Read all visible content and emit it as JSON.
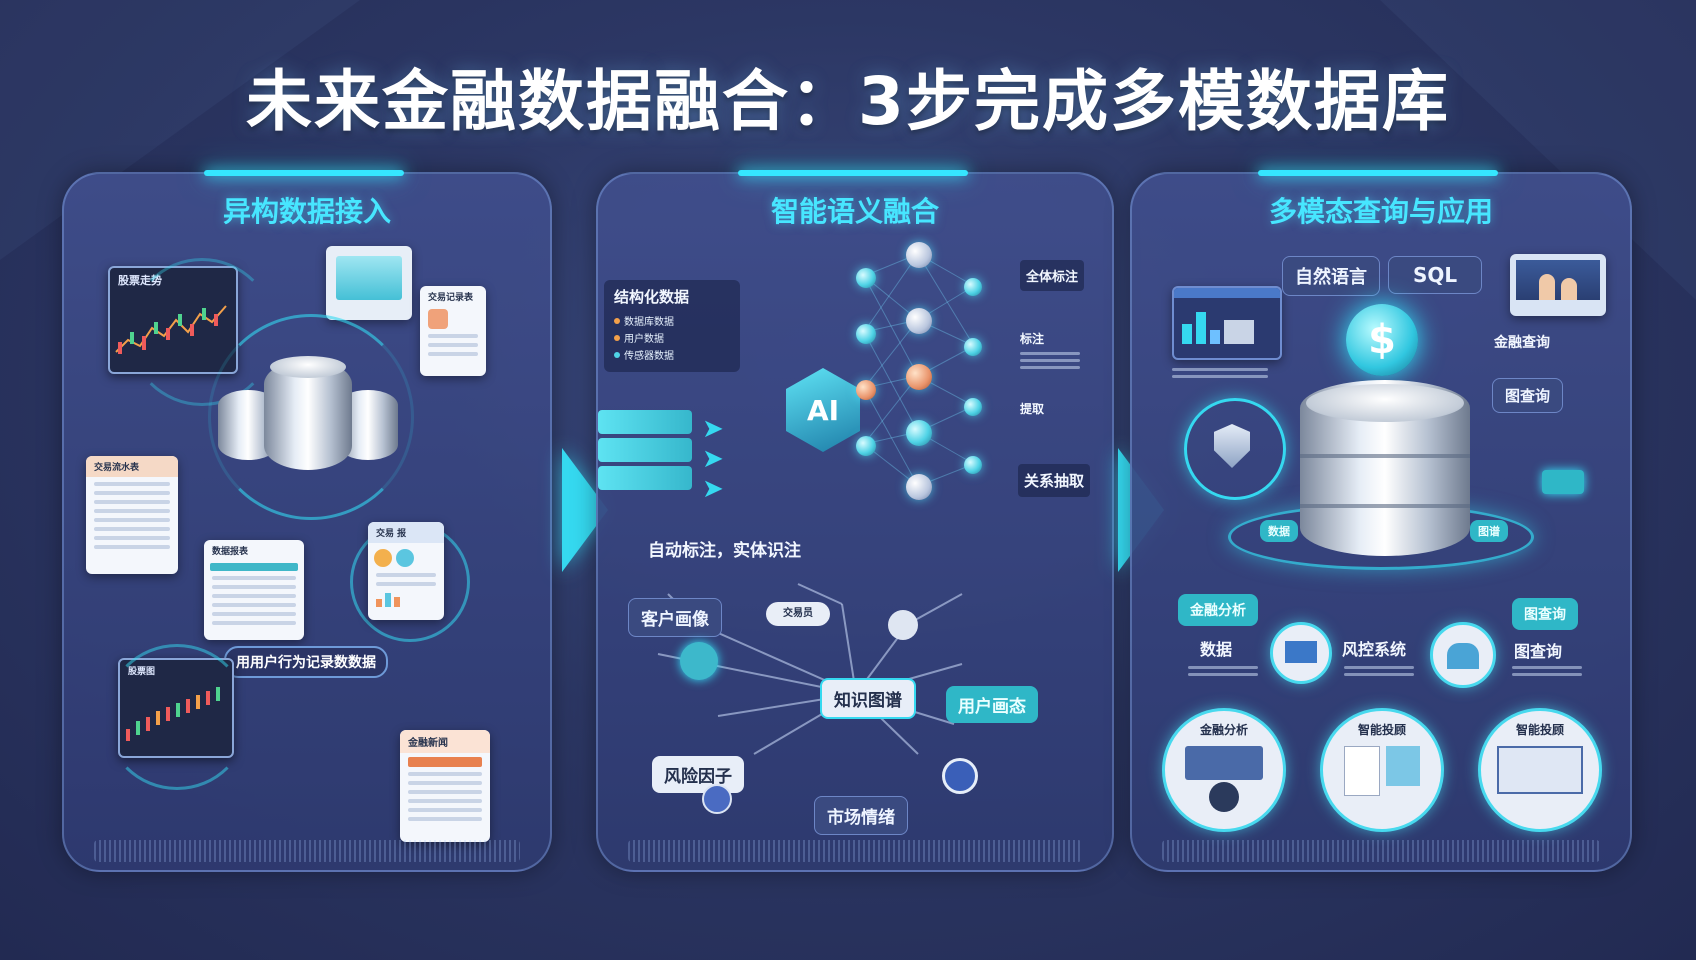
{
  "title": "未来金融数据融合：3步完成多模数据库",
  "panels": [
    {
      "title": "异构数据接入",
      "cards": {
        "chart_top": "股票走势",
        "doc_right": "交易记录表",
        "table_left": "交易流水表",
        "table_mid": "数据报表",
        "report_right": "交易 报",
        "chart_bottom": "股票图",
        "bubble": "用用户行为记录数数据",
        "news": "金融新闻"
      }
    },
    {
      "title": "智能语义融合",
      "labels": {
        "struct_box": "结构化数据",
        "struct_rows": [
          "数据库数据",
          "用户数据",
          "传感器数据"
        ],
        "ai": "AI",
        "tag_full": "全体标注",
        "tag_note": "标注",
        "tag_extract": "提取",
        "tag_relation": "关系抽取",
        "auto_label": "自动标注，实体识注",
        "kg_center": "知识图谱",
        "kg_customer": "客户画像",
        "kg_trade": "交易员",
        "kg_app": "用户画态",
        "kg_risk": "风险因子",
        "kg_market": "市场情绪"
      }
    },
    {
      "title": "多模态查询与应用",
      "labels": {
        "nl": "自然语言",
        "sql": "SQL",
        "fin_query": "金融查询",
        "graph_query": "图查询",
        "left_tag": "数据",
        "right_tag": "图谱",
        "fin_analysis": "金融分析",
        "data": "数据",
        "risk": "风控系统",
        "graph_query2": "图查询",
        "graph_query3": "图查询",
        "bottom1": "金融分析",
        "bottom2": "智能投顾",
        "bottom3": "智能投顾"
      }
    }
  ],
  "colors": {
    "accent": "#35e6ff",
    "panel": "#3e4c8a",
    "background": "#2c3764"
  }
}
